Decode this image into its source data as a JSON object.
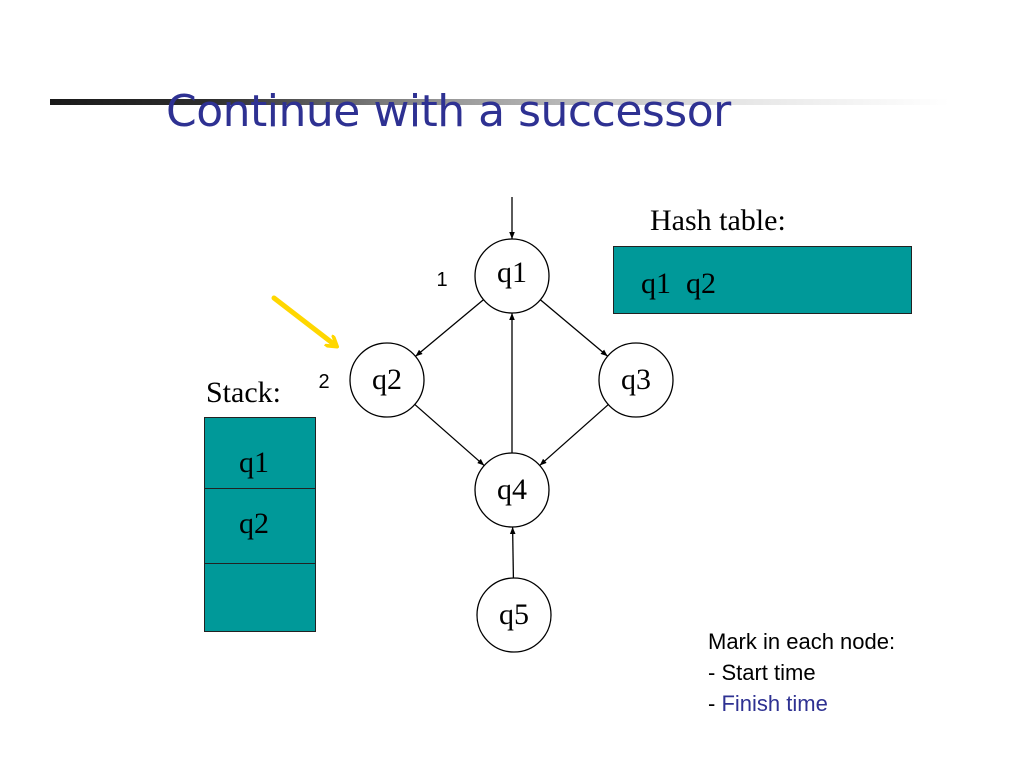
{
  "title": "Continue with a successor",
  "graph": {
    "nodes": [
      {
        "id": "q1",
        "label": "q1",
        "order": "1"
      },
      {
        "id": "q2",
        "label": "q2",
        "order": "2"
      },
      {
        "id": "q3",
        "label": "q3",
        "order": ""
      },
      {
        "id": "q4",
        "label": "q4",
        "order": ""
      },
      {
        "id": "q5",
        "label": "q5",
        "order": ""
      }
    ],
    "edges": [
      {
        "from": "q1",
        "to": "q2"
      },
      {
        "from": "q1",
        "to": "q3"
      },
      {
        "from": "q2",
        "to": "q4"
      },
      {
        "from": "q3",
        "to": "q4"
      },
      {
        "from": "q4",
        "to": "q1"
      },
      {
        "from": "q5",
        "to": "q4"
      }
    ],
    "initial": "q1",
    "highlight": {
      "target": "q2",
      "color": "#ffd700"
    }
  },
  "hash_table": {
    "label": "Hash table:",
    "entries": "q1  q2"
  },
  "stack": {
    "label": "Stack:",
    "items": [
      "q1",
      "q2",
      ""
    ]
  },
  "notes": {
    "heading": "Mark in each node:",
    "start_dash": "- ",
    "start": "Start time",
    "finish_dash": "- ",
    "finish": "Finish time"
  },
  "colors": {
    "title": "#2e3192",
    "box_fill": "#009999",
    "finish_text": "#2e3192"
  }
}
